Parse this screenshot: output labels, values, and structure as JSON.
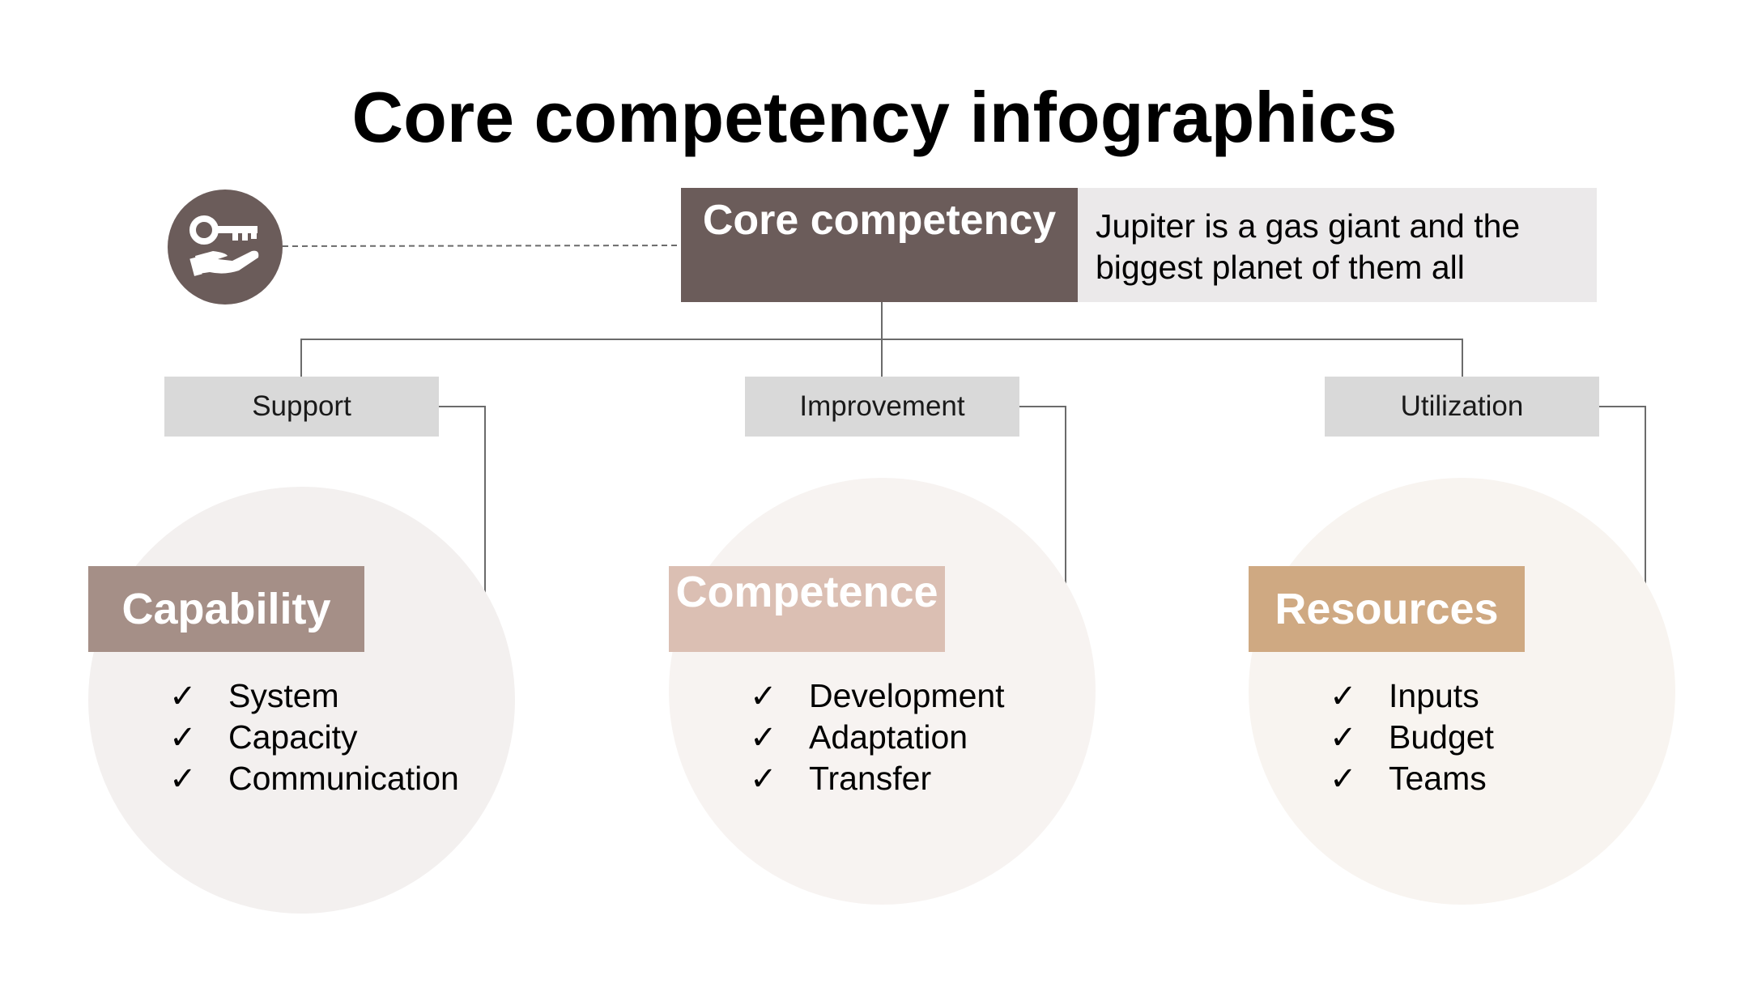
{
  "title": "Core competency infographics",
  "icon": "key-in-hand-icon",
  "core": {
    "label": "Core competency",
    "description": "Jupiter is a gas giant and the biggest planet of them all"
  },
  "branches": [
    {
      "label": "Support",
      "category": "Capability",
      "category_color": "#a58f87",
      "circle_color": "#f3f0ef",
      "items": [
        "System",
        "Capacity",
        "Communication"
      ]
    },
    {
      "label": "Improvement",
      "category": "Competence",
      "category_color": "#dbbfb3",
      "circle_color": "#f7f3f1",
      "items": [
        "Development",
        "Adaptation",
        "Transfer"
      ]
    },
    {
      "label": "Utilization",
      "category": "Resources",
      "category_color": "#cfa982",
      "circle_color": "#f8f4f0",
      "items": [
        "Inputs",
        "Budget",
        "Teams"
      ]
    }
  ],
  "colors": {
    "dark": "#6b5c5a",
    "label_bg": "#d9d9d9",
    "desc_bg": "#ebe9ea",
    "connector": "#6b6b6b"
  }
}
